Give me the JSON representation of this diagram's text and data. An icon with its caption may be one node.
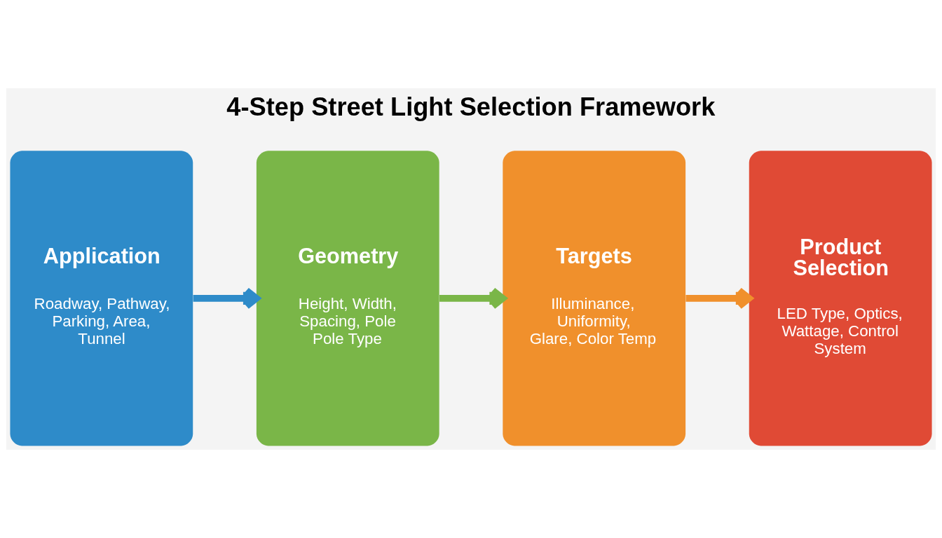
{
  "diagram": {
    "title": "4-Step Street Light Selection Framework",
    "nodes": [
      {
        "text": [
          "Application",
          "Roadway, Pathway, Parking, Area, Tunnel"
        ]
      },
      {
        "text": [
          "Geometry",
          "Height, Width, Spacing, Pole Pole Type"
        ]
      },
      {
        "text": [
          "Targets",
          "Illuminance, Uniformity, Glare, Color Temp"
        ]
      },
      {
        "text": [
          "Product Selection",
          "LED Type, Optics, Wattage, Control System"
        ]
      }
    ],
    "edges": [
      {
        "from": 0,
        "to": 1,
        "arrow": "to",
        "color": "#2e8bc9"
      },
      {
        "from": 1,
        "to": 2,
        "arrow": "to",
        "color": "#7ab648"
      },
      {
        "from": 2,
        "to": 3,
        "arrow": "to",
        "color": "#f0902c"
      }
    ]
  }
}
